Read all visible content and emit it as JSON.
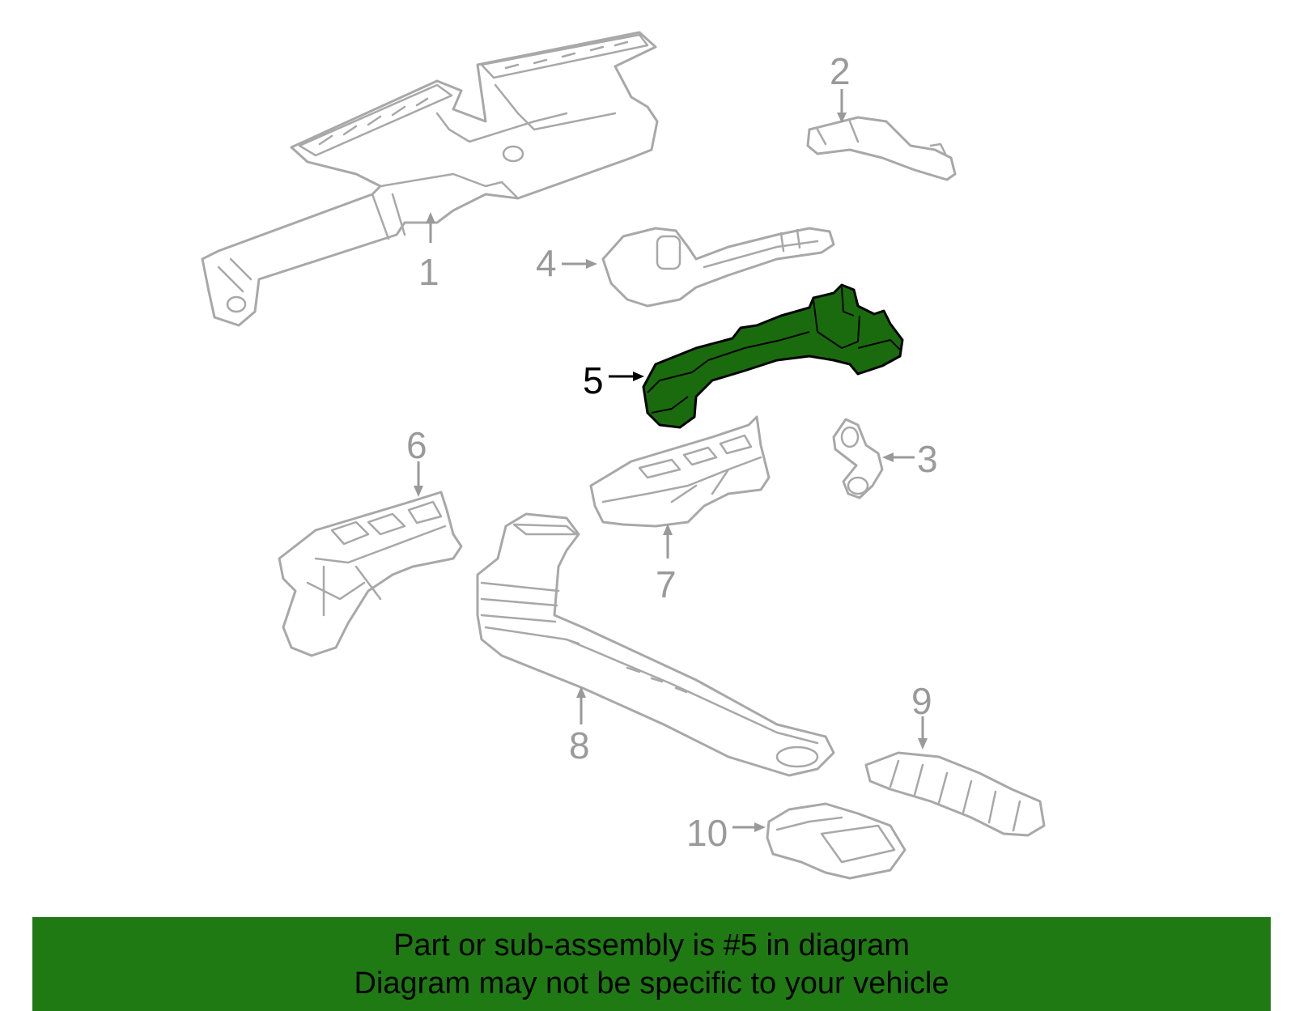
{
  "diagram": {
    "callouts": [
      {
        "number": "1"
      },
      {
        "number": "2"
      },
      {
        "number": "3"
      },
      {
        "number": "4"
      },
      {
        "number": "5"
      },
      {
        "number": "6"
      },
      {
        "number": "7"
      },
      {
        "number": "8"
      },
      {
        "number": "9"
      },
      {
        "number": "10"
      }
    ],
    "highlighted_part": "5",
    "colors": {
      "highlight_fill": "#1a6b0e",
      "banner_background": "#1f7a14",
      "part_outline": "#a8a8a8",
      "callout_text": "#9a9a9a"
    }
  },
  "banner": {
    "line1": "Part or sub-assembly is #5 in diagram",
    "line2": "Diagram may not be specific to your vehicle"
  }
}
